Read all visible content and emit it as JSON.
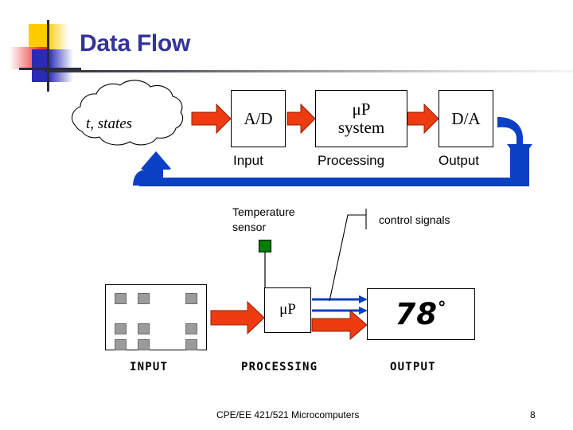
{
  "slide": {
    "title": "Data Flow",
    "accent_title_color": "#333399",
    "arrow_red": "#EE3B10",
    "arrow_blue": "#0B3FC4",
    "sensor_green": "#008000"
  },
  "top_flow": {
    "cloud_label": "t, states",
    "stages": [
      {
        "box_label": "A/D",
        "caption": "Input"
      },
      {
        "box_label": "μP\nsystem",
        "caption": "Processing"
      },
      {
        "box_label": "D/A",
        "caption": "Output"
      }
    ],
    "box_labels": {
      "ad": "A/D",
      "up_line1": "μP",
      "up_line2": "system",
      "da": "D/A"
    },
    "captions": {
      "input": "Input",
      "processing": "Processing",
      "output": "Output"
    }
  },
  "bottom_flow": {
    "sensor_label_line1": "Temperature",
    "sensor_label_line2": "sensor",
    "control_signals_label": "control signals",
    "processor_label": "μP",
    "display_number": "78",
    "display_degree": "°",
    "stage_labels": {
      "input": "INPUT",
      "processing": "PROCESSING",
      "output": "OUTPUT"
    }
  },
  "footer": {
    "course": "CPE/EE 421/521 Microcomputers",
    "page_number": "8"
  }
}
